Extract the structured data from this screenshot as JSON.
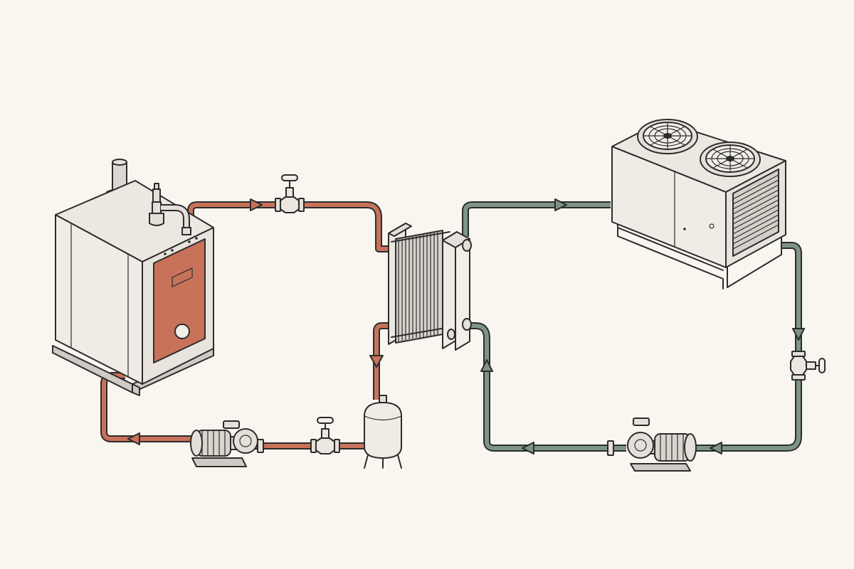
{
  "colors": {
    "background": "#f9f6f0",
    "hot_loop": "#c9725a",
    "cold_loop": "#7f9488",
    "equipment_body": "#efece6",
    "outline": "#2c2c2c"
  },
  "components": [
    {
      "id": "boiler",
      "icon": "boiler-icon",
      "loop": "hot"
    },
    {
      "id": "hot-loop-valve",
      "icon": "gate-valve-icon",
      "loop": "hot"
    },
    {
      "id": "plate-heat-exchanger",
      "icon": "plate-heat-exchanger-icon",
      "loop": "both"
    },
    {
      "id": "expansion-tank",
      "icon": "expansion-tank-icon",
      "loop": "hot"
    },
    {
      "id": "hot-loop-return-valve",
      "icon": "gate-valve-icon",
      "loop": "hot"
    },
    {
      "id": "hot-loop-pump",
      "icon": "centrifugal-pump-icon",
      "loop": "hot"
    },
    {
      "id": "dry-cooler",
      "icon": "dry-cooler-icon",
      "loop": "cold"
    },
    {
      "id": "cold-loop-valve",
      "icon": "gate-valve-icon",
      "loop": "cold"
    },
    {
      "id": "cold-loop-pump",
      "icon": "centrifugal-pump-icon",
      "loop": "cold"
    }
  ],
  "flows": [
    {
      "from": "boiler",
      "to": "plate-heat-exchanger",
      "loop": "hot"
    },
    {
      "from": "plate-heat-exchanger",
      "to": "expansion-tank",
      "loop": "hot"
    },
    {
      "from": "expansion-tank",
      "to": "hot-loop-pump",
      "loop": "hot"
    },
    {
      "from": "hot-loop-pump",
      "to": "boiler",
      "loop": "hot"
    },
    {
      "from": "plate-heat-exchanger",
      "to": "dry-cooler",
      "loop": "cold"
    },
    {
      "from": "dry-cooler",
      "to": "cold-loop-pump",
      "loop": "cold"
    },
    {
      "from": "cold-loop-pump",
      "to": "plate-heat-exchanger",
      "loop": "cold"
    }
  ]
}
